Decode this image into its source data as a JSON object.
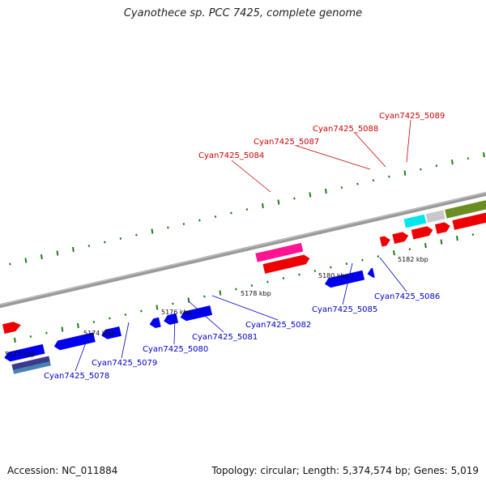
{
  "title": "Cyanothece sp. PCC 7425, complete genome",
  "footer": {
    "accession": "Accession: NC_011884",
    "topology": "Topology: circular; Length: 5,374,574 bp; Genes: 5,019"
  },
  "ticks": [
    {
      "label": "5172 kbp"
    },
    {
      "label": "5174 kbp"
    },
    {
      "label": "5176 kbp"
    },
    {
      "label": "5178 kbp"
    },
    {
      "label": "5180 kbp"
    },
    {
      "label": "5182 kbp"
    }
  ],
  "genes_top": [
    {
      "label": "Cyan7425_5084"
    },
    {
      "label": "Cyan7425_5087"
    },
    {
      "label": "Cyan7425_5088"
    },
    {
      "label": "Cyan7425_5089"
    }
  ],
  "genes_bottom": [
    {
      "label": "Cyan7425_5078"
    },
    {
      "label": "Cyan7425_5079"
    },
    {
      "label": "Cyan7425_5080"
    },
    {
      "label": "Cyan7425_5081"
    },
    {
      "label": "Cyan7425_5082"
    },
    {
      "label": "Cyan7425_5085"
    },
    {
      "label": "Cyan7425_5086"
    }
  ],
  "colors": {
    "forward_cds": "#ff0000",
    "reverse_cds": "#0000ee",
    "top_label": "#cc0000",
    "bottom_label": "#0000cc",
    "backbone": "#888888",
    "gc_dash": "#1a7f1a",
    "cyan_feature": "#00e5ee",
    "grey_feature": "#c8c8c8",
    "olive_feature": "#6b8e23",
    "magenta_feature": "#ff1493",
    "navy_feature": "#3a3a8c",
    "steel_feature": "#4682b4"
  }
}
